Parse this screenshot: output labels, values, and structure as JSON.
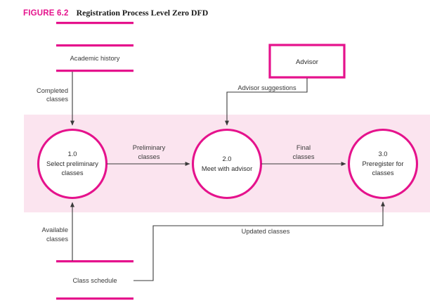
{
  "figure": {
    "label": "FIGURE 6.2",
    "title": "Registration Process Level Zero DFD"
  },
  "colors": {
    "magenta": "#e5128c",
    "band_pink": "#fbe4ef",
    "flow_line": "#3a3a3a",
    "text": "#2b2b2b"
  },
  "datastores": [
    {
      "id": "academic-history",
      "label": "Academic history"
    },
    {
      "id": "class-schedule",
      "label": "Class schedule"
    }
  ],
  "entities": [
    {
      "id": "advisor",
      "label": "Advisor"
    }
  ],
  "processes": [
    {
      "id": "p1",
      "number": "1.0",
      "line1": "Select preliminary",
      "line2": "classes"
    },
    {
      "id": "p2",
      "number": "2.0",
      "line1": "Meet with advisor",
      "line2": ""
    },
    {
      "id": "p3",
      "number": "3.0",
      "line1": "Preregister for",
      "line2": "classes"
    }
  ],
  "flows": [
    {
      "id": "completed-classes",
      "line1": "Completed",
      "line2": "classes"
    },
    {
      "id": "available-classes",
      "line1": "Available",
      "line2": "classes"
    },
    {
      "id": "advisor-suggestions",
      "line1": "Advisor suggestions",
      "line2": ""
    },
    {
      "id": "preliminary-classes",
      "line1": "Preliminary",
      "line2": "classes"
    },
    {
      "id": "final-classes",
      "line1": "Final",
      "line2": "classes"
    },
    {
      "id": "updated-classes",
      "line1": "Updated classes",
      "line2": ""
    }
  ]
}
